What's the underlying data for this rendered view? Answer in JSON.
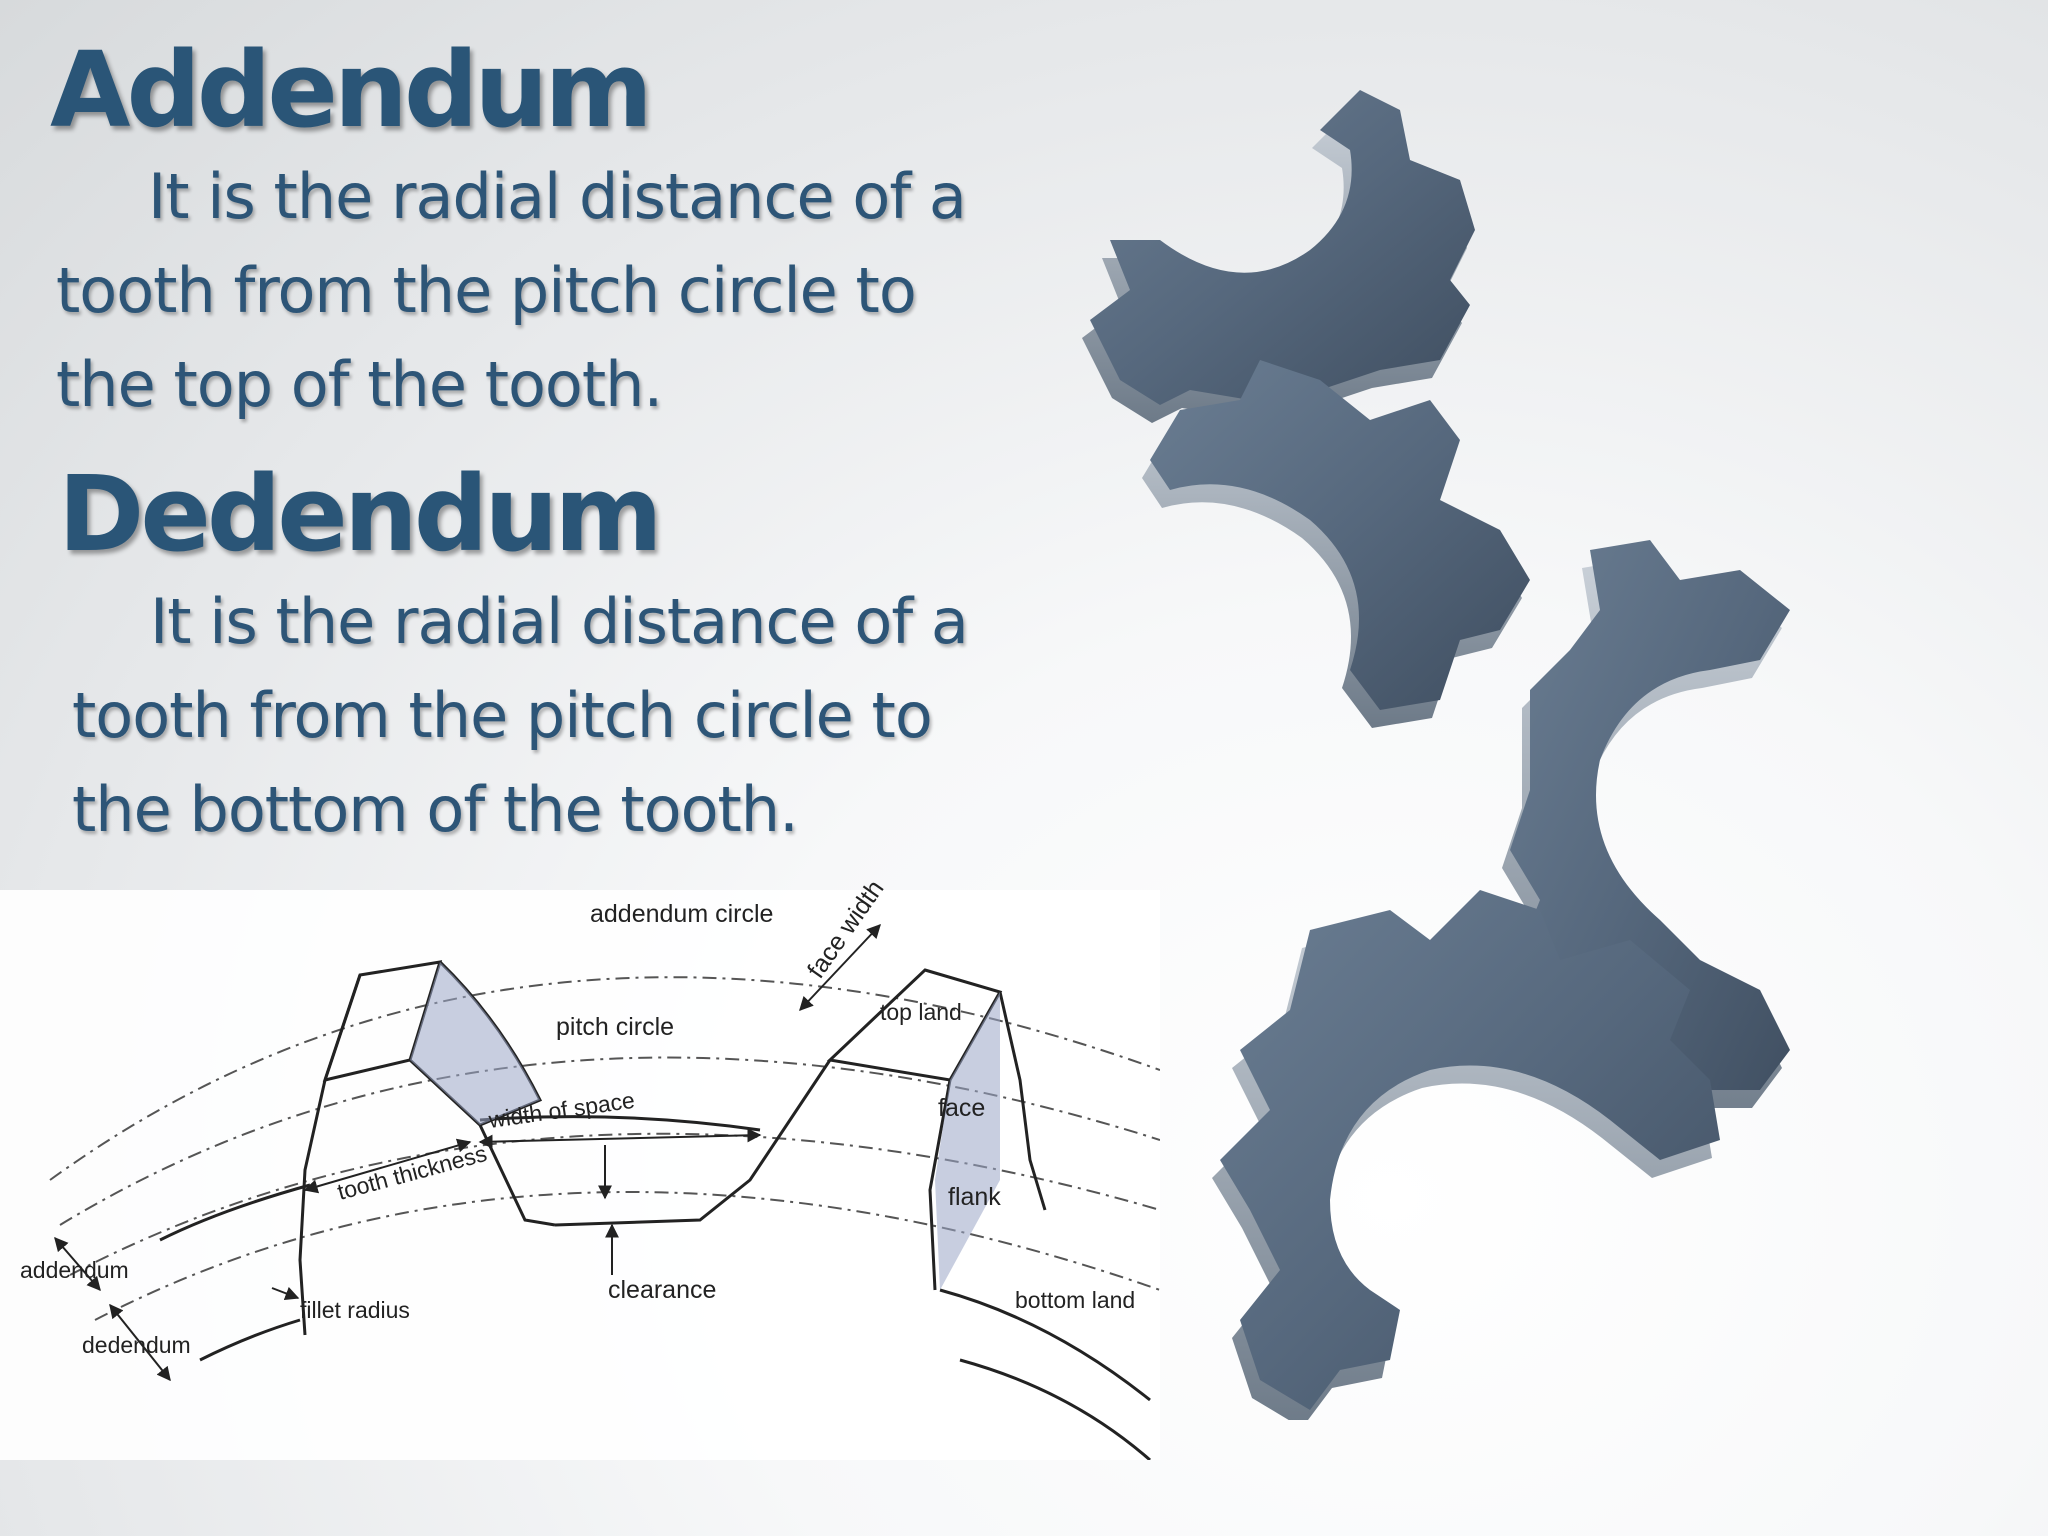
{
  "addendum": {
    "title": "Addendum",
    "lines": [
      "It is the radial distance of a",
      "tooth from the pitch circle to",
      "the top of the tooth."
    ]
  },
  "dedendum": {
    "title": "Dedendum",
    "lines": [
      "It is the radial distance of a",
      "tooth from the pitch circle to",
      "the bottom of the tooth."
    ]
  },
  "diagram": {
    "labels": {
      "addendum_circle": "addendum circle",
      "face_width": "face width",
      "top_land": "top land",
      "pitch_circle": "pitch circle",
      "width_of_space": "width of space",
      "tooth_thickness": "tooth thickness",
      "face": "face",
      "flank": "flank",
      "addendum": "addendum",
      "dedendum": "dedendum",
      "fillet_radius": "fillet radius",
      "clearance": "clearance",
      "bottom_land": "bottom land"
    }
  },
  "colors": {
    "heading": "#2a5577",
    "text": "#2d5577",
    "gear": "#56687d"
  }
}
